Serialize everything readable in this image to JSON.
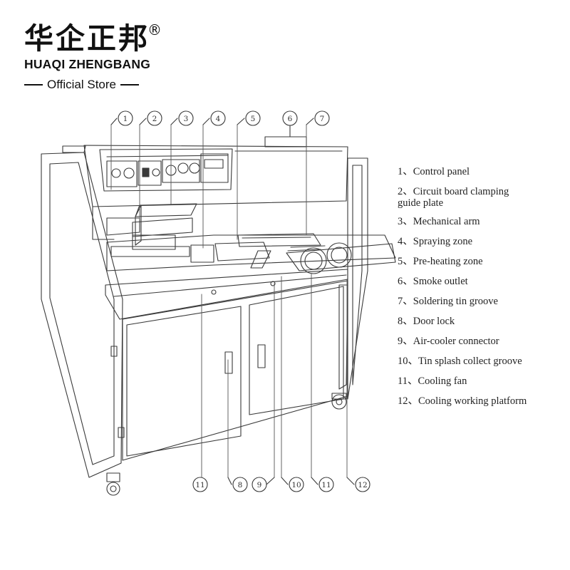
{
  "brand": {
    "name_cn": "华企正邦",
    "registered_mark": "®",
    "name_en": "HUAQI ZHENGBANG",
    "store_label": "Official Store"
  },
  "callouts": {
    "top": [
      "1",
      "2",
      "3",
      "4",
      "5",
      "6",
      "7"
    ],
    "bottom": [
      "11",
      "8",
      "9",
      "10",
      "11",
      "12"
    ]
  },
  "legend": [
    "1、Control panel",
    "2、Circuit board clamping\n  guide plate",
    "3、Mechanical arm",
    "4、Spraying zone",
    "5、Pre-heating zone",
    "6、Smoke outlet",
    "7、Soldering tin groove",
    "8、Door lock",
    "9、Air-cooler connector",
    "10、Tin splash collect groove",
    "11、Cooling fan",
    "12、Cooling working platform"
  ],
  "colors": {
    "line": "#3a3a3a",
    "background": "#ffffff"
  }
}
